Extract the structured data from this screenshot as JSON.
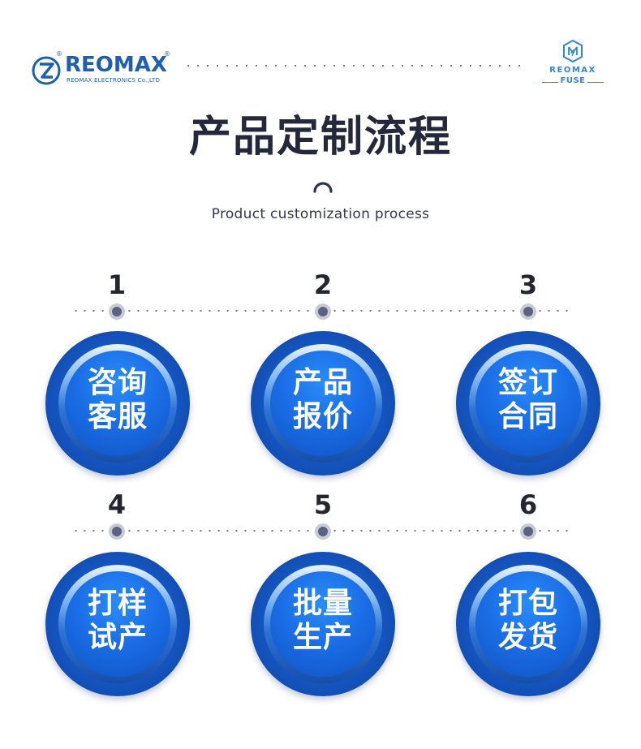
{
  "header": {
    "brand_name": "REOMAX",
    "brand_tagline": "REOMAX ELECTRONICS Co.,LTD",
    "registered_mark": "®",
    "fuse_logo_brand": "REOMAX",
    "fuse_logo_word": "FUSE"
  },
  "title": "产品定制流程",
  "subtitle": "Product customization process",
  "steps": [
    {
      "number": "1",
      "line1": "咨询",
      "line2": "客服"
    },
    {
      "number": "2",
      "line1": "产品",
      "line2": "报价"
    },
    {
      "number": "3",
      "line1": "签订",
      "line2": "合同"
    },
    {
      "number": "4",
      "line1": "打样",
      "line2": "试产"
    },
    {
      "number": "5",
      "line1": "批量",
      "line2": "生产"
    },
    {
      "number": "6",
      "line1": "打包",
      "line2": "发货"
    }
  ],
  "colors": {
    "brand_blue": "#1f5fb0",
    "fuse_blue": "#2f86d6",
    "circle_blue": "#1b6ee6",
    "node_gray": "#5a6382",
    "title_dark": "#23283a"
  }
}
